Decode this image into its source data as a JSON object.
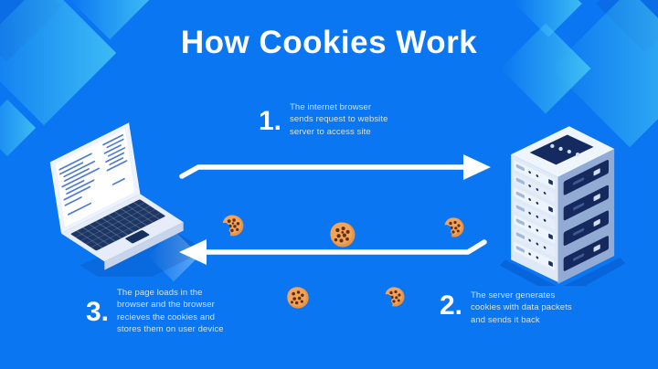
{
  "title": "How Cookies Work",
  "steps": [
    {
      "number": "1.",
      "text": "The internet browser\nsends request to website\nserver to access site"
    },
    {
      "number": "2.",
      "text": "The server generates\ncookies with data packets\nand sends it back"
    },
    {
      "number": "3.",
      "text": "The page loads in the\nbrowser and the browser\nrecieves the cookies and\nstores them on user device"
    }
  ],
  "icons": {
    "laptop": "laptop-illustration",
    "server": "server-illustration",
    "cookie_full": "cookie-icon",
    "cookie_bitten": "bitten-cookie-icon",
    "arrow_request": "request-arrow",
    "arrow_response": "response-arrow"
  },
  "colors": {
    "background": "#0a76f1",
    "diamond": "#45c8f5",
    "diamond_dark": "#0b66dd",
    "text_light": "#cfe3fc",
    "white": "#ffffff",
    "cookie_body": "#f2a45c",
    "cookie_chip": "#63300f",
    "server_panel": "#152a5e"
  }
}
